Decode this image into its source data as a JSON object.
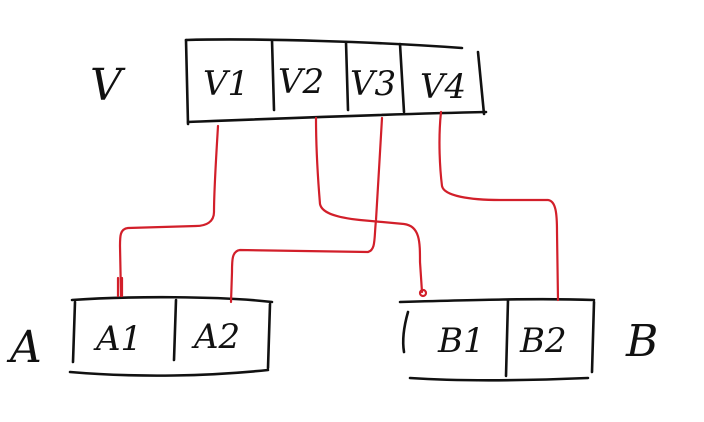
{
  "diagram": {
    "set_v": {
      "label": "V",
      "cells": [
        "V1",
        "V2",
        "V3",
        "V4"
      ]
    },
    "set_a": {
      "label": "A",
      "cells": [
        "A1",
        "A2"
      ]
    },
    "set_b": {
      "label": "B",
      "cells": [
        "B1",
        "B2"
      ]
    },
    "colors": {
      "ink": "#111111",
      "connector": "#d21f2a"
    }
  }
}
